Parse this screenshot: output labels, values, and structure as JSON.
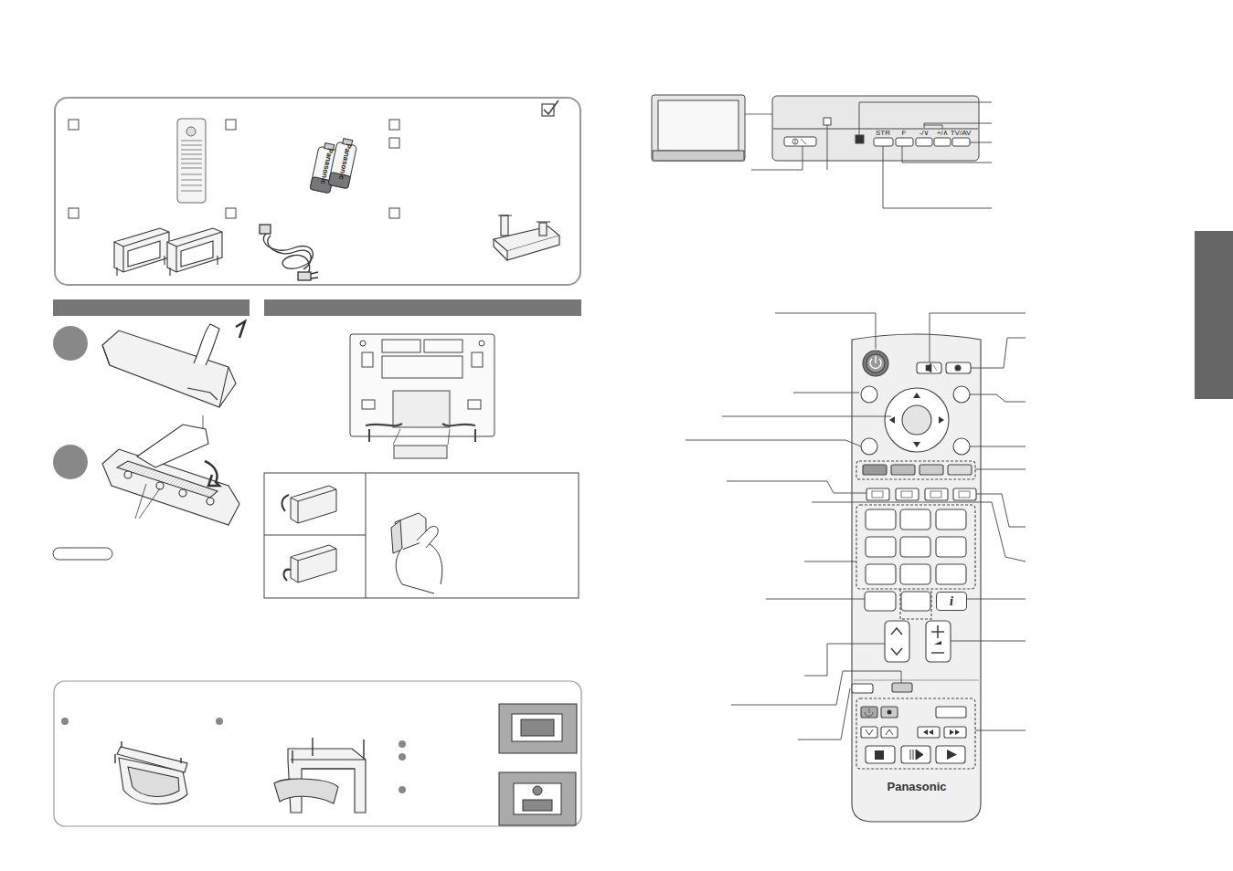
{
  "diagram": {
    "nodes": [
      {
        "text": [
          "i"
        ]
      }
    ],
    "labels": [
      "STR",
      "F",
      "-/∨",
      "+/∧",
      "TV/AV",
      "Panasonic",
      "Panasonic",
      "Panasonic"
    ]
  }
}
